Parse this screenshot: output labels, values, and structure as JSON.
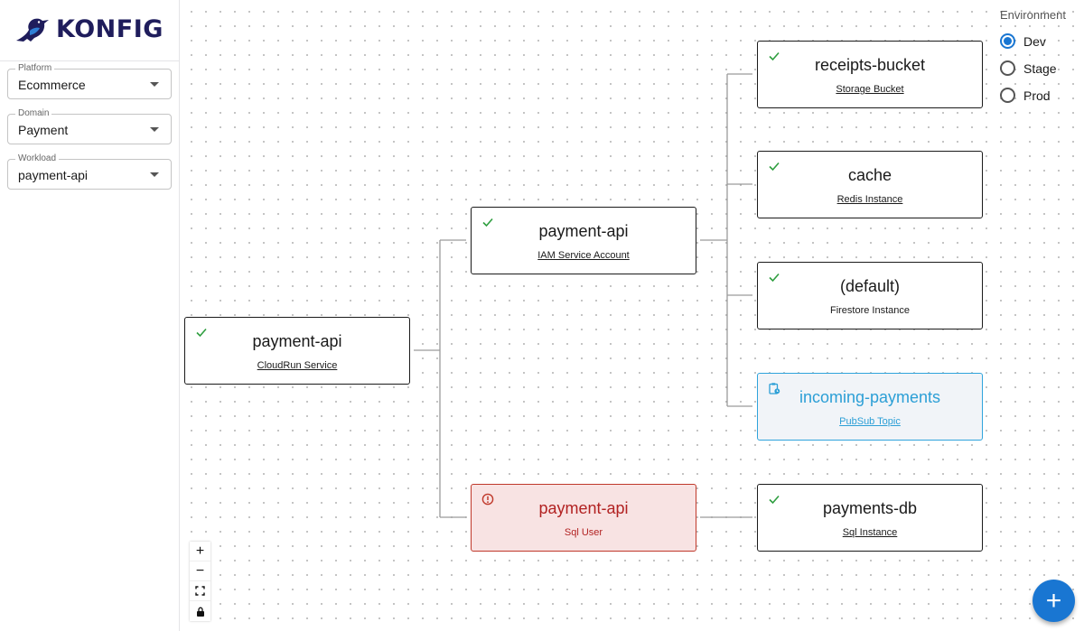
{
  "brand": {
    "name": "KONFIG"
  },
  "filters": [
    {
      "label": "Platform",
      "value": "Ecommerce"
    },
    {
      "label": "Domain",
      "value": "Payment"
    },
    {
      "label": "Workload",
      "value": "payment-api"
    }
  ],
  "environment": {
    "title": "Environment",
    "options": [
      {
        "label": "Dev",
        "selected": true
      },
      {
        "label": "Stage",
        "selected": false
      },
      {
        "label": "Prod",
        "selected": false
      }
    ]
  },
  "nodes": {
    "cloudrun": {
      "title": "payment-api",
      "type": "CloudRun Service",
      "status": "ok"
    },
    "iam": {
      "title": "payment-api",
      "type": "IAM Service Account",
      "status": "ok"
    },
    "sqluser": {
      "title": "payment-api",
      "type": "Sql User",
      "status": "error"
    },
    "bucket": {
      "title": "receipts-bucket",
      "type": "Storage Bucket",
      "status": "ok"
    },
    "cache": {
      "title": "cache",
      "type": "Redis Instance",
      "status": "ok"
    },
    "firestore": {
      "title": "(default)",
      "type": "Firestore Instance",
      "status": "ok"
    },
    "pubsub": {
      "title": "incoming-payments",
      "type": "PubSub Topic",
      "status": "pending"
    },
    "sqldb": {
      "title": "payments-db",
      "type": "Sql Instance",
      "status": "ok"
    }
  },
  "controls": {
    "zoom_in": "+",
    "zoom_out": "−",
    "fit": "⛶",
    "lock": "🔒"
  },
  "fab": {
    "label": "+"
  },
  "colors": {
    "primary": "#1976d2",
    "error": "#b22222",
    "info": "#2c9fd6",
    "ok": "#2e9e3f",
    "brand": "#1f1d5c"
  }
}
